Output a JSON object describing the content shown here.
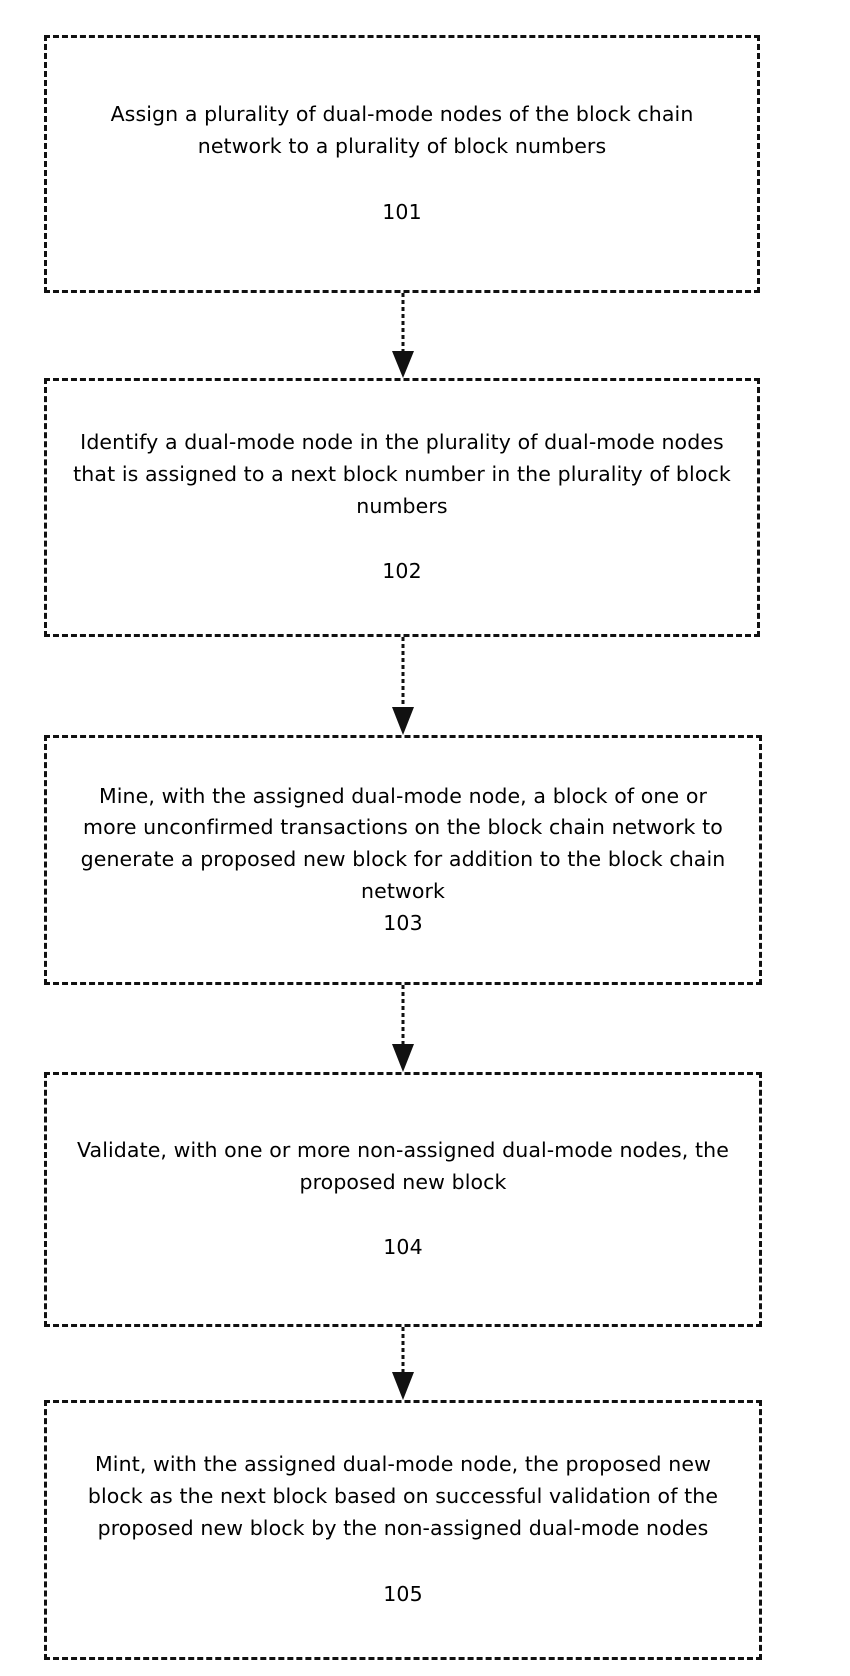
{
  "diagram": {
    "type": "flowchart",
    "orientation": "vertical",
    "title": "",
    "style": {
      "box_border": "dashed",
      "box_border_color": "#111111",
      "box_fill": "#ffffff",
      "connector_style": "dashed",
      "arrowhead": "solid-triangle",
      "text_color": "#000000"
    },
    "steps": [
      {
        "ref": "101",
        "text": "Assign a plurality of dual-mode nodes of the block chain\nnetwork to a plurality of block numbers",
        "ref_spacing": "large"
      },
      {
        "ref": "102",
        "text": "Identify a dual-mode node in the plurality of dual-mode nodes\nthat is assigned to a next block number in the plurality of block\nnumbers",
        "ref_spacing": "large"
      },
      {
        "ref": "103",
        "text": "Mine, with the assigned dual-mode node, a block of one or\nmore unconfirmed transactions on the block chain network to\ngenerate a proposed new block for addition to the block chain\nnetwork",
        "ref_spacing": "none"
      },
      {
        "ref": "104",
        "text": "Validate, with one or more non-assigned dual-mode nodes, the\nproposed new block",
        "ref_spacing": "large"
      },
      {
        "ref": "105",
        "text": "Mint, with the assigned dual-mode node, the proposed new\nblock as the next block based on successful validation of the\nproposed new block by the non-assigned dual-mode nodes",
        "ref_spacing": "large"
      }
    ],
    "connectors": [
      {
        "from": "101",
        "to": "102"
      },
      {
        "from": "102",
        "to": "103"
      },
      {
        "from": "103",
        "to": "104"
      },
      {
        "from": "104",
        "to": "105"
      }
    ]
  }
}
